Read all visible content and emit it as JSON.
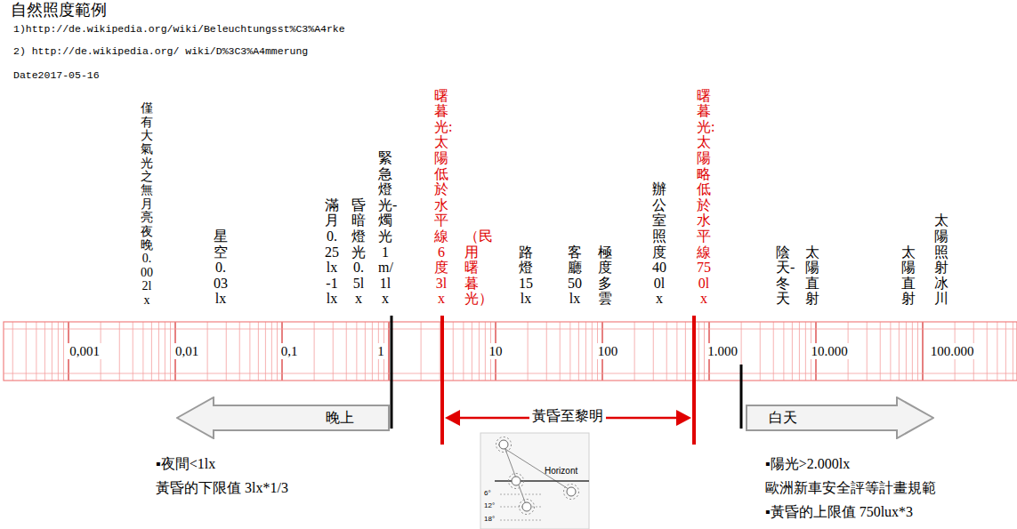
{
  "diagram": {
    "title": "自然照度範例",
    "nodes": [
      {
        "text": [
          "晚上"
        ]
      },
      {
        "text": [
          "白天"
        ]
      }
    ],
    "labels": [
      "1)http://de.wikipedia.org/wiki/Beleuchtungsst%C3%A4rke",
      "2) http://de.wikipedia.org/ wiki/D%3C3%A4mmerung",
      "Date2017-05-16",
      "僅有大氣光之無月亮夜晚 0.002lx",
      "星空 0.03lx",
      "滿月 0.25lx-1lx",
      "昏暗燈光 0.5lx",
      "緊急燈光-燭光 1m/1lx",
      "曙暮光:太陽低於水平線 6 度 3lx",
      "（民用曙暮光）",
      "路燈 15lx",
      "客廳 50lx",
      "極度多雲",
      "辦公室照度 400lx",
      "曙暮光:太陽略低於水平線 750lx",
      "陰天-冬天",
      "太陽直射",
      "太陽直射",
      "太陽照射冰川",
      "0,001",
      "0,01",
      "0,1",
      "1",
      "10",
      "100",
      "1.000",
      "10.000",
      "100.000",
      "黃昏至黎明",
      "Horizont",
      "6°",
      "12°",
      "18°",
      "▪夜間<1lx",
      "黃昏的下限值 3lx*1/3",
      "▪陽光>2.000lx",
      "歐洲新車安全評等計畫規範",
      "▪黃昏的上限值 750lux*3"
    ]
  }
}
